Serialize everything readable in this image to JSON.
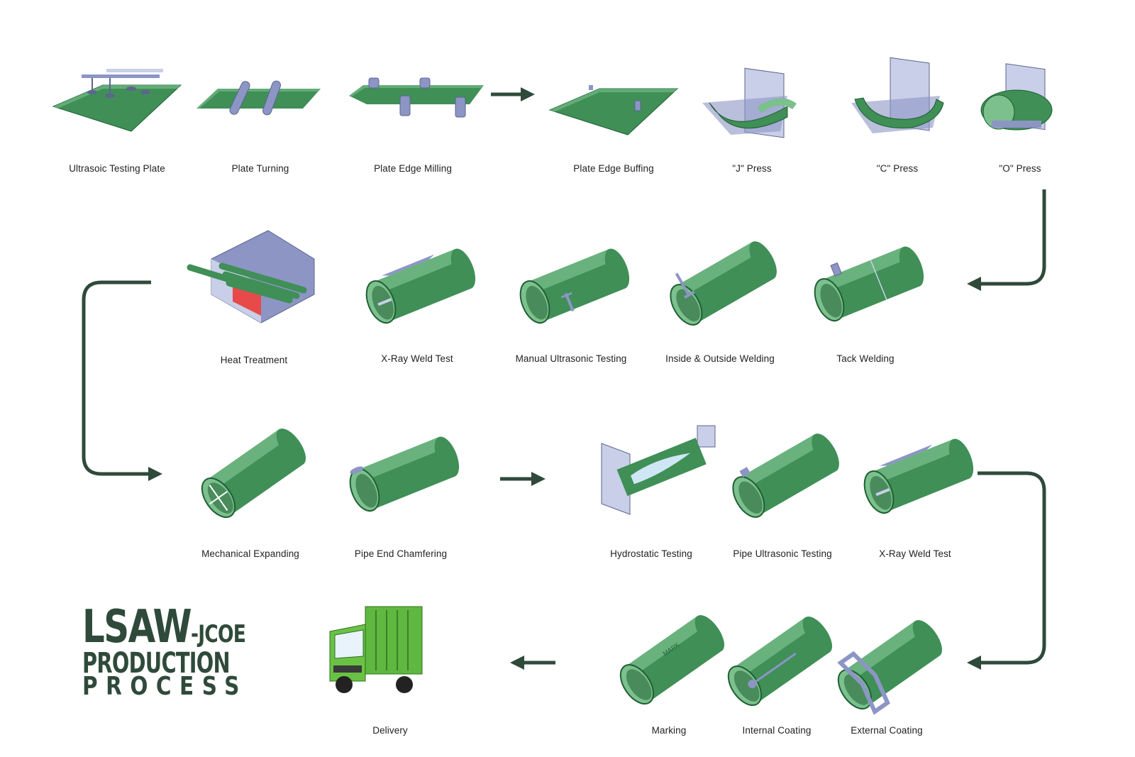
{
  "title": {
    "line1": "LSAW",
    "line1_suffix": "-JCOE",
    "line2": "PRODUCTION",
    "line3": "PROCESS"
  },
  "colors": {
    "pipe_green": "#3f8f57",
    "pipe_light": "#7cc08d",
    "metal_blue": "#8c95c4",
    "arrow": "#2f4a3a",
    "heat_red": "#e84a4a"
  },
  "steps": [
    {
      "id": "ultrasonic-testing-plate",
      "label": "Ultrasoic Testing Plate",
      "icon": "plate-with-probes"
    },
    {
      "id": "plate-turning",
      "label": "Plate Turning",
      "icon": "plate-with-rollers"
    },
    {
      "id": "plate-edge-milling",
      "label": "Plate Edge Milling",
      "icon": "plate-with-mills"
    },
    {
      "id": "plate-edge-buffing",
      "label": "Plate Edge Buffing",
      "icon": "plate-edge-tool"
    },
    {
      "id": "j-press",
      "label": "\"J\" Press",
      "icon": "press-j"
    },
    {
      "id": "c-press",
      "label": "\"C\" Press",
      "icon": "press-c"
    },
    {
      "id": "o-press",
      "label": "\"O\" Press",
      "icon": "press-o"
    },
    {
      "id": "tack-welding",
      "label": "Tack Welding",
      "icon": "pipe-tack-weld"
    },
    {
      "id": "inside-outside-welding",
      "label": "Inside & Outside Welding",
      "icon": "pipe-welder"
    },
    {
      "id": "manual-ultrasonic-testing",
      "label": "Manual Ultrasonic Testing",
      "icon": "pipe-manual-probe"
    },
    {
      "id": "x-ray-weld-test-1",
      "label": "X-Ray Weld Test",
      "icon": "pipe-xray"
    },
    {
      "id": "heat-treatment",
      "label": "Heat Treatment",
      "icon": "furnace"
    },
    {
      "id": "mechanical-expanding",
      "label": "Mechanical Expanding",
      "icon": "pipe-expander"
    },
    {
      "id": "pipe-end-chamfering",
      "label": "Pipe End Chamfering",
      "icon": "pipe-chamfer"
    },
    {
      "id": "hydrostatic-testing",
      "label": "Hydrostatic Testing",
      "icon": "pipe-hydro"
    },
    {
      "id": "pipe-ultrasonic-testing",
      "label": "Pipe Ultrasonic Testing",
      "icon": "pipe-ut"
    },
    {
      "id": "x-ray-weld-test-2",
      "label": "X-Ray Weld Test",
      "icon": "pipe-xray"
    },
    {
      "id": "external-coating",
      "label": "External Coating",
      "icon": "pipe-ext-coat"
    },
    {
      "id": "internal-coating",
      "label": "Internal Coating",
      "icon": "pipe-int-coat"
    },
    {
      "id": "marking",
      "label": "Marking",
      "icon": "pipe-marked"
    },
    {
      "id": "delivery",
      "label": "Delivery",
      "icon": "truck"
    }
  ]
}
